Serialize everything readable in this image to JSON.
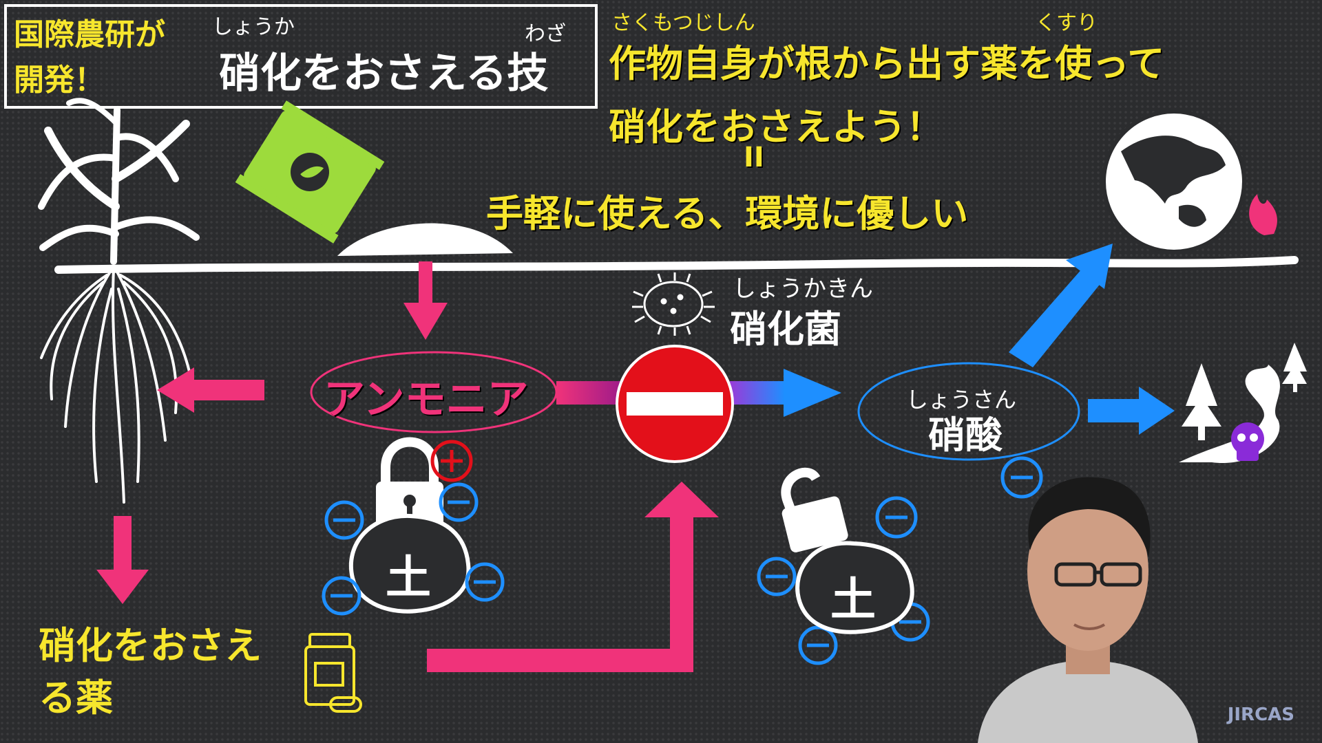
{
  "title_box": {
    "org_line1": "国際農研が",
    "org_line2": "開発！",
    "ruby_shoka": "しょうか",
    "ruby_waza": "わざ",
    "heading": "硝化をおさえる技"
  },
  "headline": {
    "ruby_sakumotsu": "さくもつじしん",
    "ruby_kusuri": "くすり",
    "line1": "作物自身が根から出す薬を使って",
    "line2": "硝化をおさえよう！",
    "equals": "II",
    "line3": "手軽に使える、環境に優しい"
  },
  "diagram": {
    "ammonia": "アンモニア",
    "bacteria_ruby": "しょうかきん",
    "bacteria": "硝化菌",
    "nitrate_ruby": "しょうさん",
    "nitrate": "硝酸",
    "soil_left": "土",
    "soil_right": "土",
    "inhibitor": "硝化をおさえる薬",
    "inhibitor_line1": "硝化をおさえ",
    "inhibitor_line2": "る薬"
  },
  "logo": "JIRCAS",
  "colors": {
    "yellow": "#f7e62d",
    "pink": "#f0337a",
    "blue": "#1e8fff",
    "stop_red": "#e3101a",
    "fertilizer_green": "#9ddb3c",
    "skull_purple": "#8a2bd8"
  }
}
